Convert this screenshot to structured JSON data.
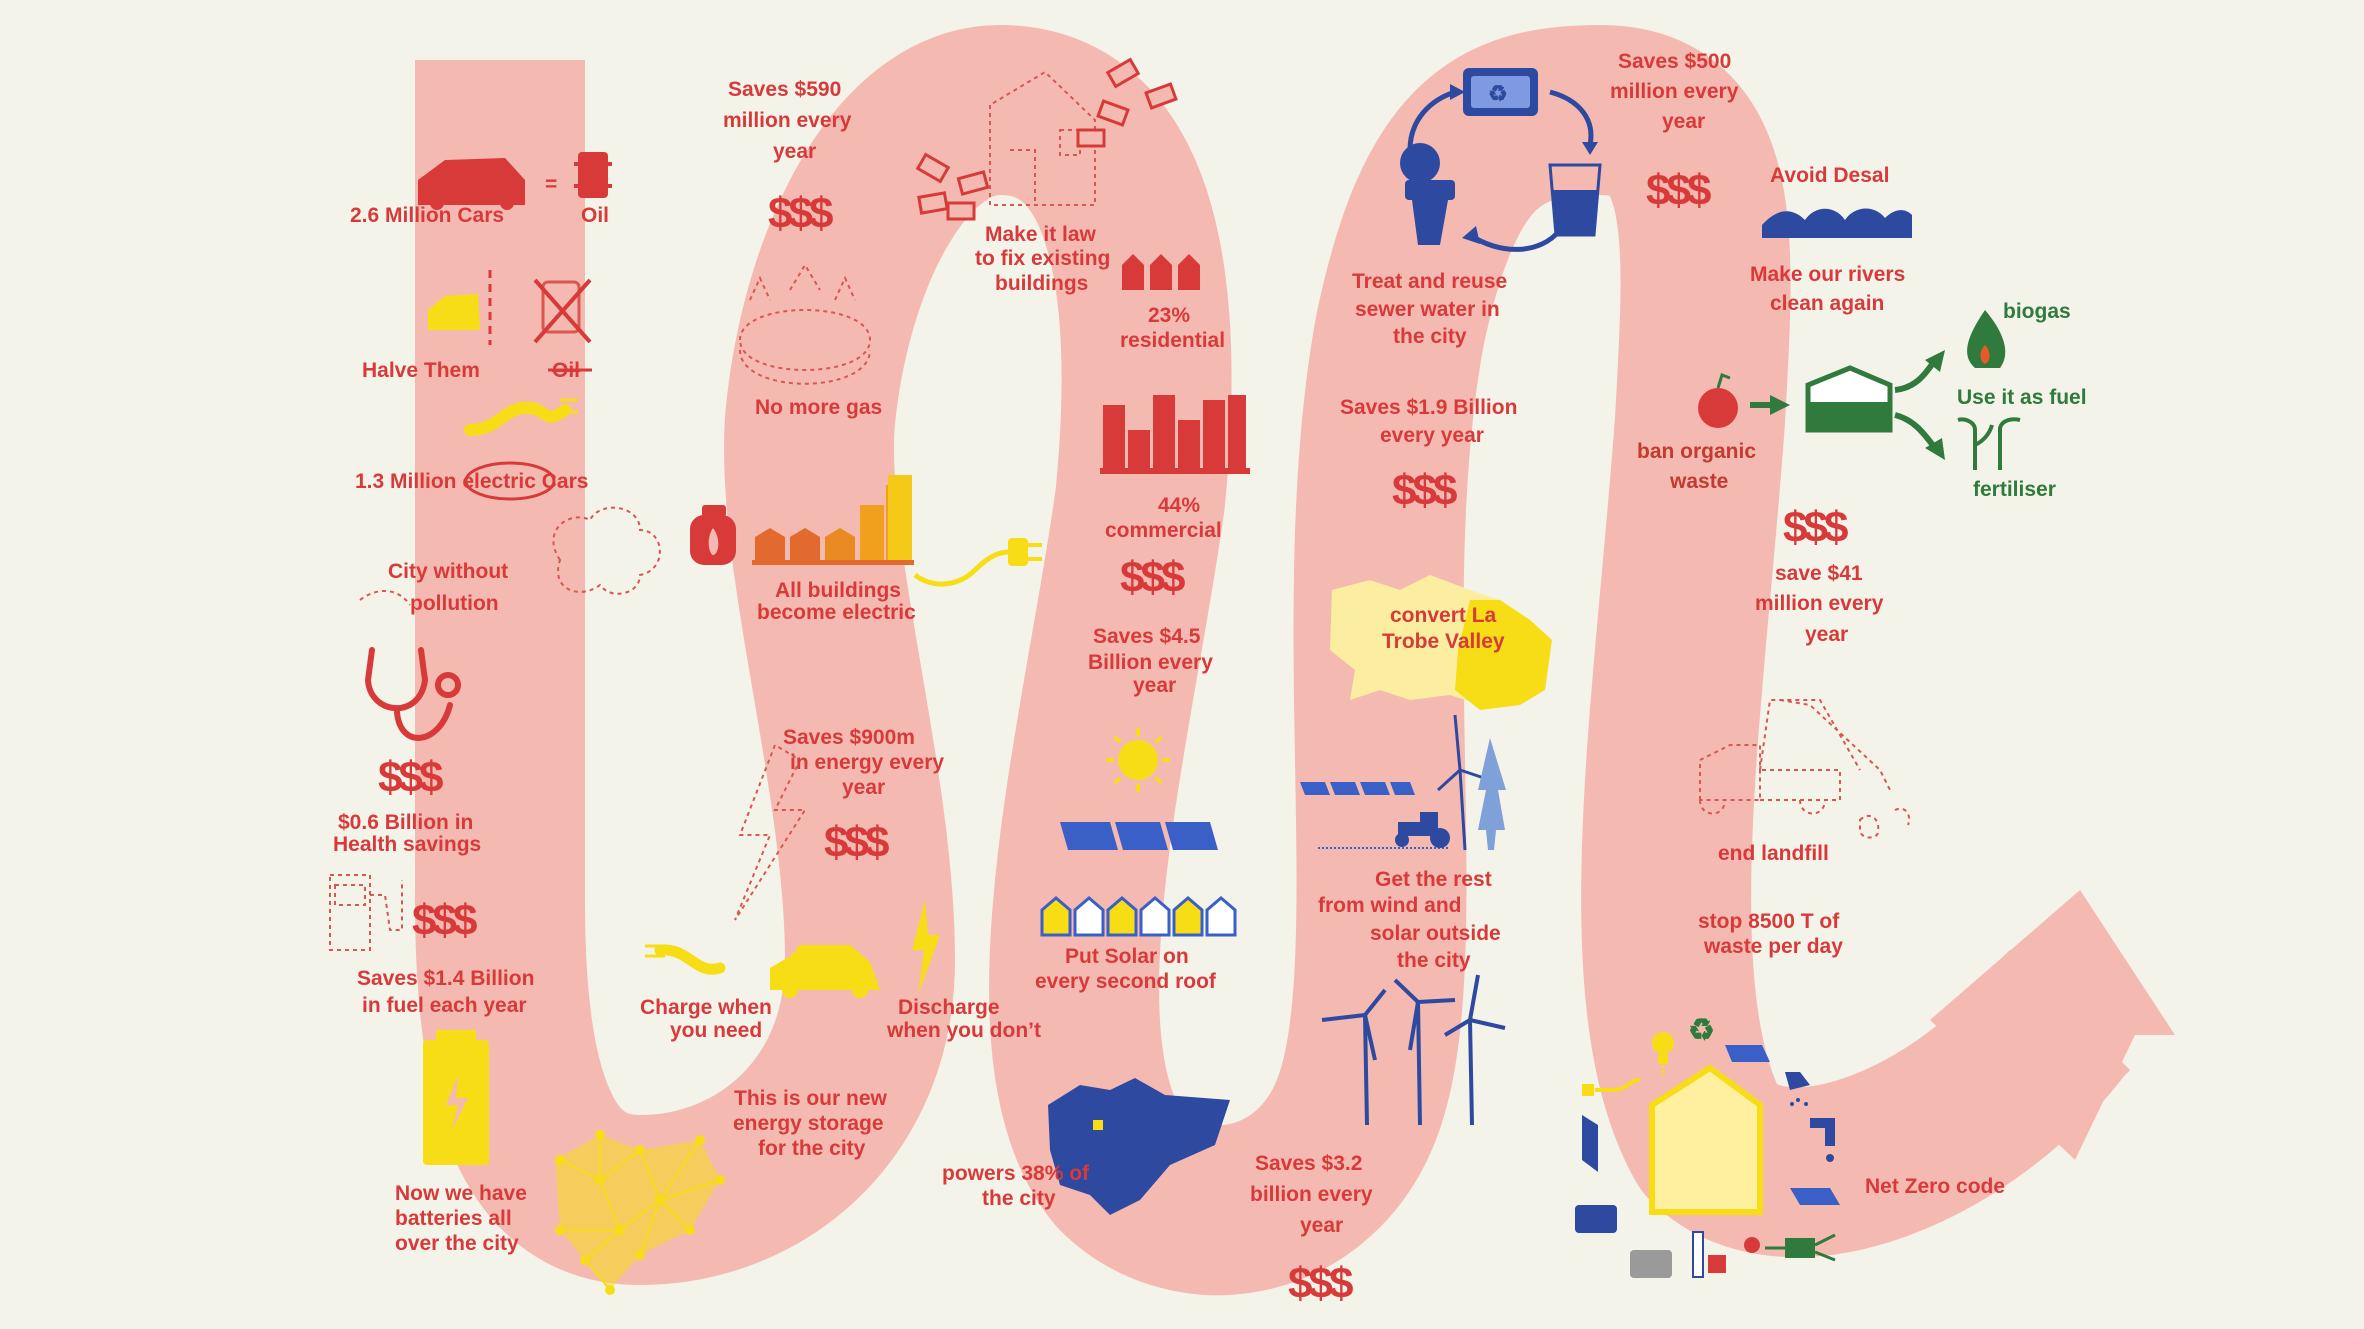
{
  "colors": {
    "path": "#f4bab1",
    "red": "#d83a3a",
    "yellow": "#f7dd16",
    "blue": "#2d4aa0",
    "green": "#2f7a3c",
    "background": "#f3f3ea"
  },
  "stages": {
    "cars": {
      "cars_label": "2.6 Million Cars",
      "equals": "=",
      "oil_label": "Oil",
      "halve_label": "Halve Them",
      "oil_crossed": "Oil",
      "electric_prefix": "1.3 Million ",
      "electric_word": "electric",
      "electric_suffix": " Cars",
      "pollution_line1": "City without",
      "pollution_line2": "pollution",
      "health_symbol": "$$$",
      "health_line1": "$0.6 Billion in",
      "health_line2": "Health savings",
      "fuel_symbol": "$$$",
      "fuel_line1": "Saves $1.4 Billion",
      "fuel_line2": "in fuel each year",
      "battery_line1": "Now we have",
      "battery_line2": "batteries all",
      "battery_line3": "over the city"
    },
    "buildings": {
      "savings_line1": "Saves $590",
      "savings_line2": "million every",
      "savings_line3": "year",
      "savings_symbol": "$$$",
      "law_line1": "Make it law",
      "law_line2": "to fix existing",
      "law_line3": "buildings",
      "gas_label": "No more gas",
      "residential_line1": "23%",
      "residential_line2": "residential",
      "commercial_line1": "44%",
      "commercial_line2": "commercial",
      "commercial_symbol": "$$$",
      "electric_line1": "All buildings",
      "electric_line2": "become electric",
      "commercial_savings_line1": "Saves $4.5",
      "commercial_savings_line2": "Billion every",
      "commercial_savings_line3": "year"
    },
    "storage": {
      "energy_line1": "Saves $900m",
      "energy_line2": "in energy every",
      "energy_line3": "year",
      "energy_symbol": "$$$",
      "charge_line1": "Charge when",
      "charge_line2": "you need",
      "discharge_line1": "Discharge",
      "discharge_line2": "when you don’t",
      "storage_line1": "This is our new",
      "storage_line2": "energy storage",
      "storage_line3": "for the city"
    },
    "solar": {
      "roof_line1": "Put Solar on",
      "roof_line2": "every second roof",
      "powers_line1": "powers 38% of",
      "powers_line2": "the city",
      "savings_line1": "Saves $3.2",
      "savings_line2": "billion every",
      "savings_line3": "year",
      "savings_symbol": "$$$"
    },
    "water": {
      "reuse_line1": "Treat and reuse",
      "reuse_line2": "sewer water in",
      "reuse_line3": "the city",
      "savings_line1": "Saves $1.9 Billion",
      "savings_line2": "every year",
      "savings_symbol": "$$$",
      "valley_line1": "convert La",
      "valley_line2": "Trobe Valley",
      "wind_line1": "Get the rest",
      "wind_line2": "from wind and",
      "wind_line3": "solar outside",
      "wind_line4": "the city"
    },
    "waste": {
      "savings_line1": "Saves $500",
      "savings_line2": "million every",
      "savings_line3": "year",
      "savings_symbol": "$$$",
      "desal_label": "Avoid Desal",
      "rivers_line1": "Make our rivers",
      "rivers_line2": "clean again",
      "biogas_label": "biogas",
      "fuel_label": "Use it as fuel",
      "organic_line1": "ban organic",
      "organic_line2": "waste",
      "fertiliser_label": "fertiliser",
      "organic_symbol": "$$$",
      "organic_savings_line1": "save $41",
      "organic_savings_line2": "million every",
      "organic_savings_line3": "year",
      "landfill_label": "end landfill",
      "tonnes_line1": "stop 8500 T of",
      "tonnes_line2": "waste per day",
      "netzero_label": "Net Zero code"
    }
  }
}
